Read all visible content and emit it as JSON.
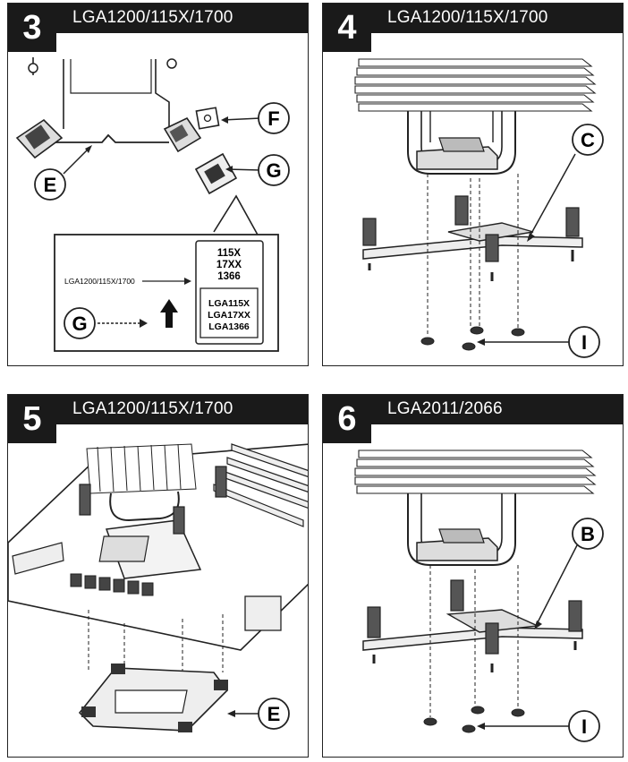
{
  "panels": [
    {
      "number": "3",
      "title": "LGA1200/115X/1700"
    },
    {
      "number": "4",
      "title": "LGA1200/115X/1700"
    },
    {
      "number": "5",
      "title": "LGA1200/115X/1700"
    },
    {
      "number": "6",
      "title": "LGA2011/2066"
    }
  ],
  "callouts": {
    "p3": [
      "F",
      "G",
      "E",
      "G"
    ],
    "p4": [
      "C",
      "I"
    ],
    "p5": [
      "E"
    ],
    "p6": [
      "B",
      "I"
    ]
  },
  "inset": {
    "side_label": "LGA1200/115X/1700",
    "top_lines": [
      "115X",
      "17XX",
      "1366"
    ],
    "bottom_lines": [
      "LGA115X",
      "LGA17XX",
      "LGA1366"
    ]
  }
}
